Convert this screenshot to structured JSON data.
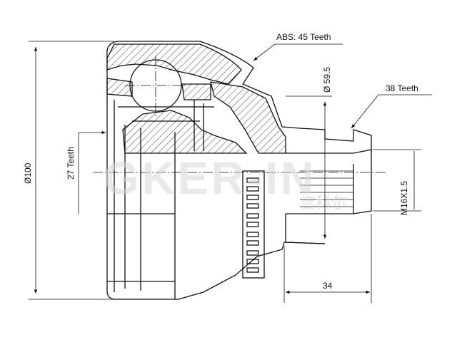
{
  "labels": {
    "abs": "ABS: 45 Teeth",
    "outer_diameter": "Ø100",
    "seal_diameter": "Ø 59.5",
    "outer_spline": "38 Teeth",
    "inner_spline": "27 Teeth",
    "thread": "M16X1.5",
    "shaft_length": "34"
  },
  "watermark": {
    "text": "GKER-IN",
    "logo_text": "吉科尔"
  },
  "colors": {
    "line": "#111111",
    "watermark": "#d8d8d8",
    "background": "#ffffff"
  }
}
